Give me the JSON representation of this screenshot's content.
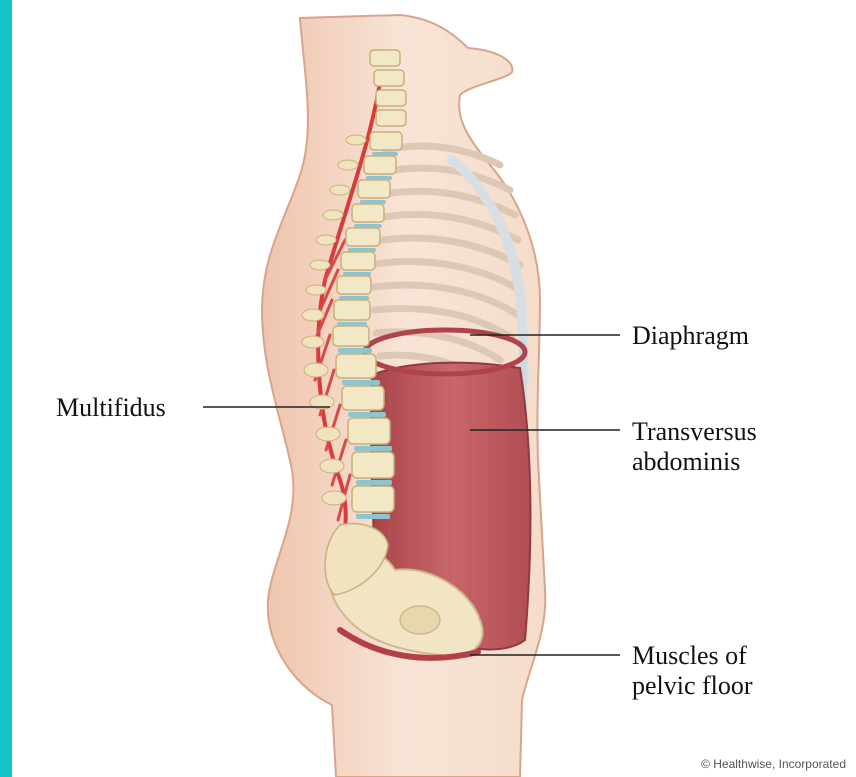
{
  "labels": {
    "diaphragm": "Diaphragm",
    "multifidus": "Multifidus",
    "transversus_line1": "Transversus",
    "transversus_line2": "abdominis",
    "pelvic_line1": "Muscles of",
    "pelvic_line2": "pelvic floor"
  },
  "credit": "© Healthwise, Incorporated",
  "colors": {
    "accent_bar": "#12c4c6",
    "skin": "#f6dccb",
    "muscle": "#c4595a",
    "bone": "#f2e6c4",
    "disc": "#8fc3cf",
    "nerve": "#d93a3a"
  }
}
